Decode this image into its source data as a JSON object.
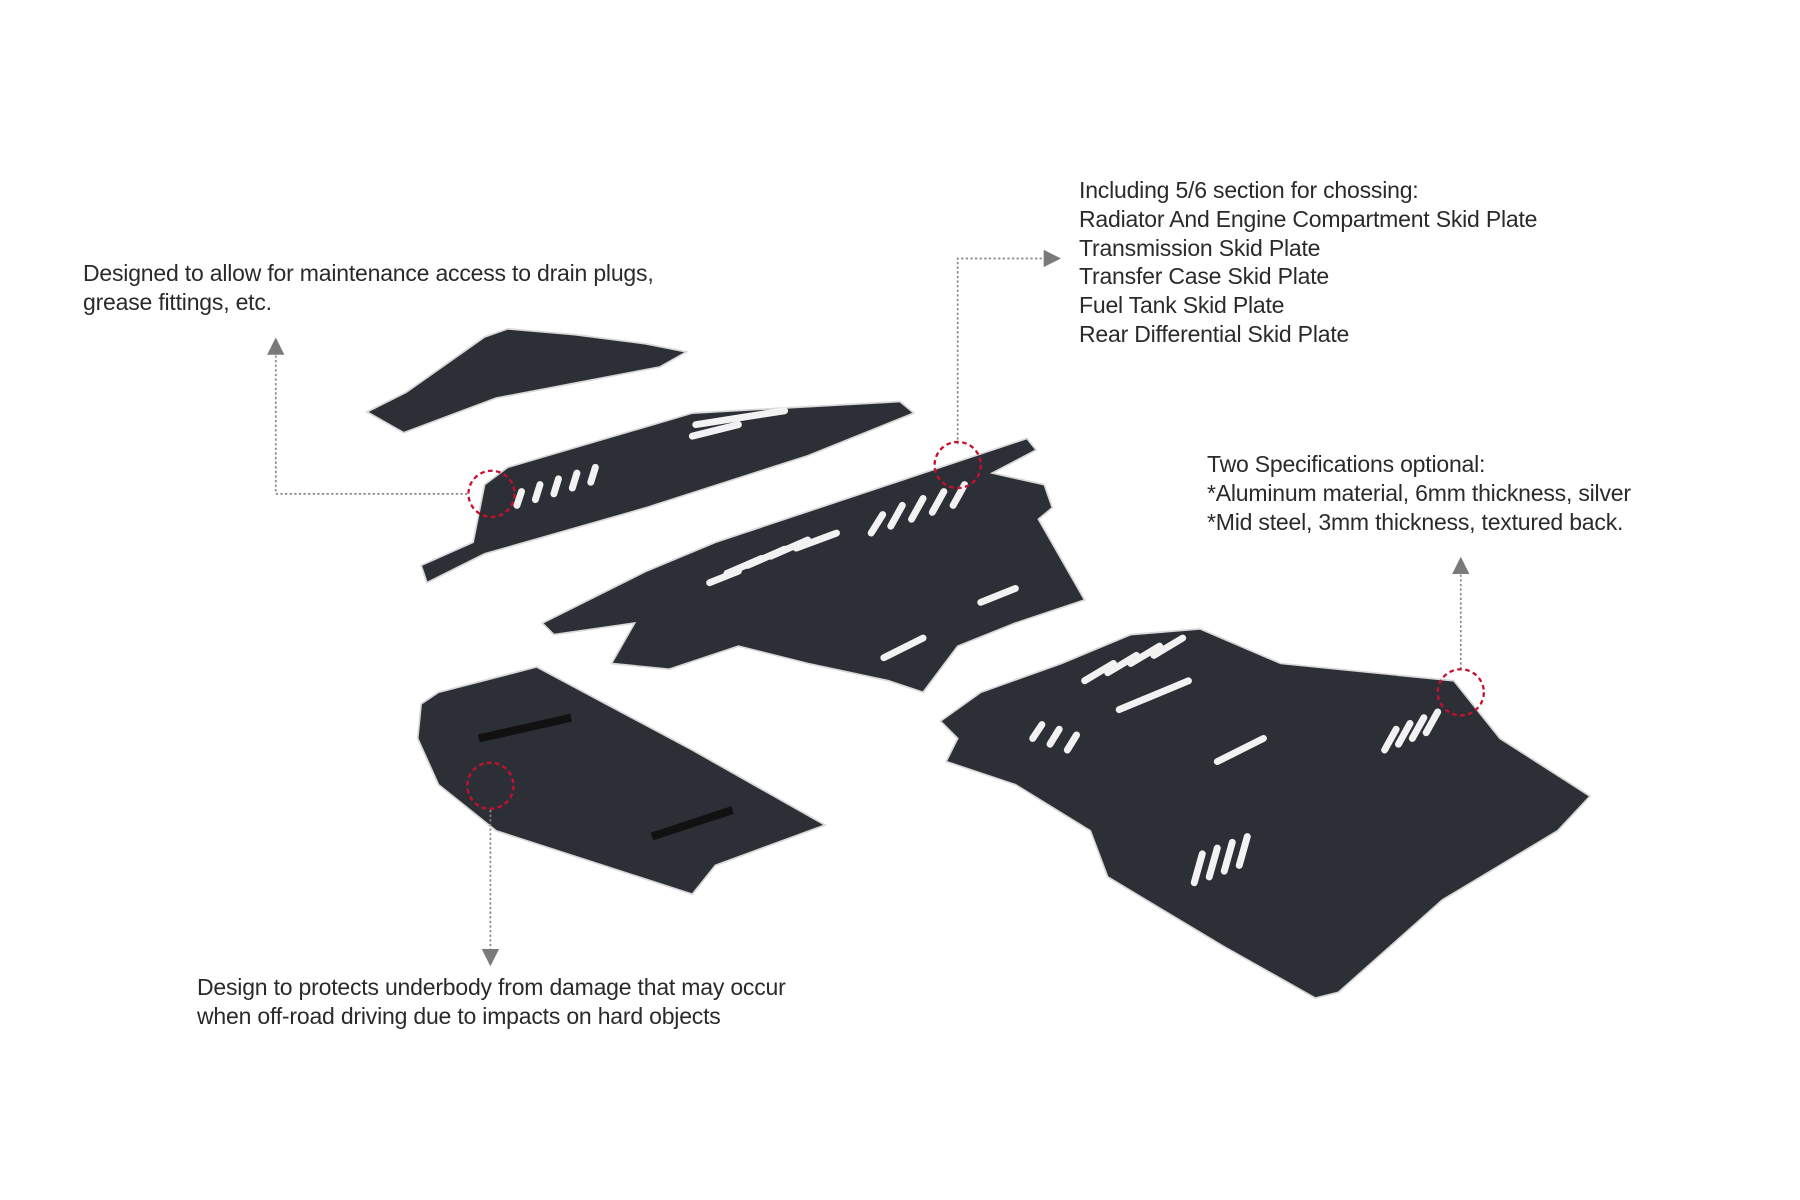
{
  "callouts": {
    "access": {
      "lines": [
        "Designed to allow for maintenance access to drain plugs,",
        "grease fittings, etc."
      ]
    },
    "sections": {
      "lines": [
        "Including 5/6 section for chossing:",
        "Radiator And Engine Compartment Skid Plate",
        "Transmission Skid Plate",
        "Transfer Case Skid Plate",
        "Fuel Tank Skid Plate",
        "Rear Differential Skid Plate"
      ]
    },
    "specs": {
      "lines": [
        "Two Specifications optional:",
        "*Aluminum material, 6mm thickness, silver",
        "*Mid steel, 3mm thickness, textured back."
      ]
    },
    "protect": {
      "lines": [
        "Design to protects underbody from damage that may occur",
        "when off-road driving due to impacts on hard objects"
      ]
    }
  },
  "colors": {
    "plate": "#2c2f36",
    "marker": "#c8102e",
    "leader": "#888888"
  }
}
